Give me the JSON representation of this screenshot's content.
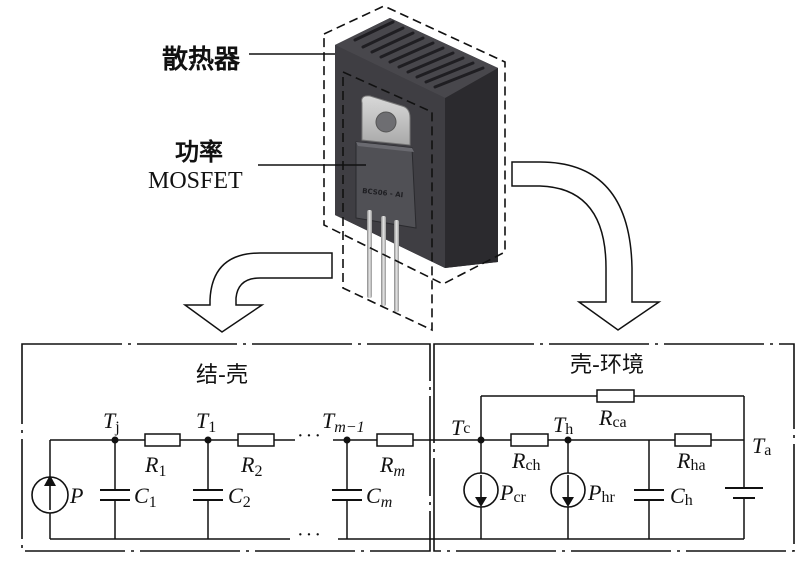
{
  "labels": {
    "heatsink": "散热器",
    "mosfet_line1": "功率",
    "mosfet_line2": "MOSFET",
    "package_marking": "BCS06 - AI"
  },
  "panels": {
    "junction_case": {
      "title": "结-壳",
      "nodes": {
        "tj": {
          "main": "T",
          "sub": "j"
        },
        "t1": {
          "main": "T",
          "sub": "1"
        },
        "tm1": {
          "main": "T",
          "sub": "m−1"
        }
      },
      "resistors": {
        "r1": {
          "main": "R",
          "sub": "1"
        },
        "r2": {
          "main": "R",
          "sub": "2"
        },
        "rm": {
          "main": "R",
          "sub": "m"
        }
      },
      "capacitors": {
        "c1": {
          "main": "C",
          "sub": "1"
        },
        "c2": {
          "main": "C",
          "sub": "2"
        },
        "cm": {
          "main": "C",
          "sub": "m"
        }
      },
      "source": {
        "main": "P"
      },
      "ellipsis": "···"
    },
    "case_ambient": {
      "title": "壳-环境",
      "nodes": {
        "tc": {
          "main": "T",
          "sub": "c"
        },
        "th": {
          "main": "T",
          "sub": "h"
        },
        "ta": {
          "main": "T",
          "sub": "a"
        }
      },
      "resistors": {
        "rca": {
          "main": "R",
          "sub": "ca"
        },
        "rch": {
          "main": "R",
          "sub": "ch"
        },
        "rha": {
          "main": "R",
          "sub": "ha"
        }
      },
      "capacitors": {
        "ch": {
          "main": "C",
          "sub": "h"
        }
      },
      "sources": {
        "pcr": {
          "main": "P",
          "sub": "cr"
        },
        "phr": {
          "main": "P",
          "sub": "hr"
        }
      }
    }
  }
}
